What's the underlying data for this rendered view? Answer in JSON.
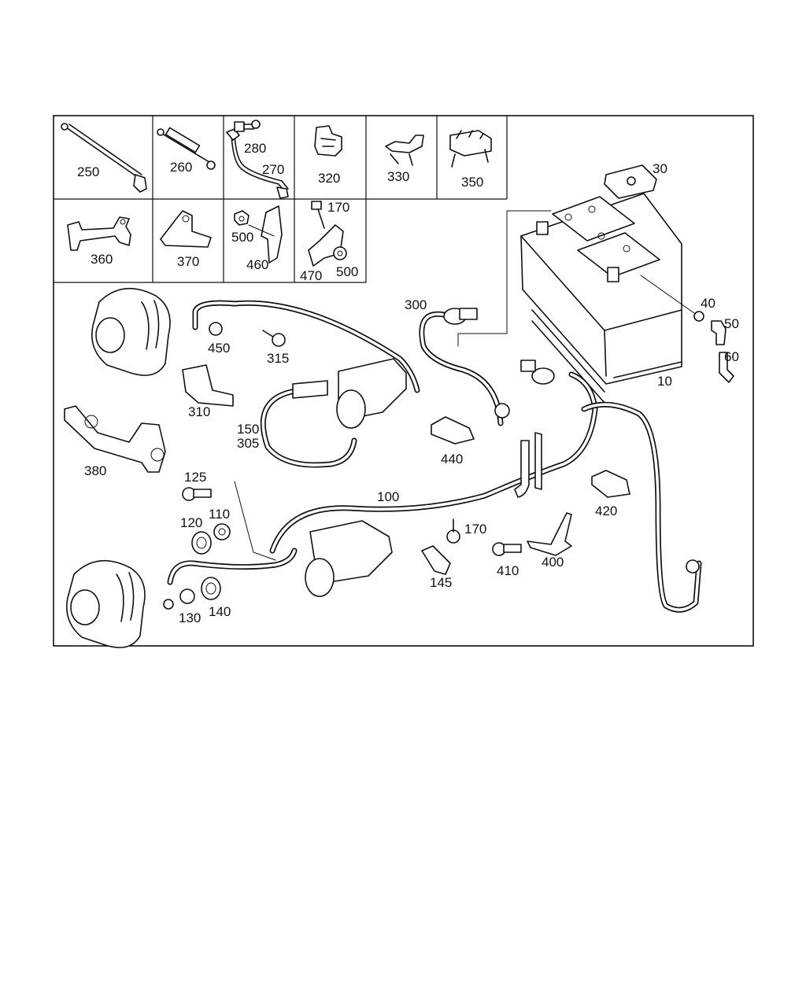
{
  "labels": {
    "p250": "250",
    "p260": "260",
    "p270": "270",
    "p280": "280",
    "p320": "320",
    "p330": "330",
    "p350": "350",
    "p30": "30",
    "p360": "360",
    "p370": "370",
    "p500a": "500",
    "p460": "460",
    "p170a": "170",
    "p470": "470",
    "p500b": "500",
    "p40": "40",
    "p50": "50",
    "p60": "60",
    "p10": "10",
    "p300": "300",
    "p450": "450",
    "p315": "315",
    "p310": "310",
    "p150": "150",
    "p305": "305",
    "p380": "380",
    "p440": "440",
    "p125": "125",
    "p100": "100",
    "p110": "110",
    "p120": "120",
    "p170b": "170",
    "p420": "420",
    "p410": "410",
    "p400": "400",
    "p145": "145",
    "p130": "130",
    "p140": "140"
  }
}
